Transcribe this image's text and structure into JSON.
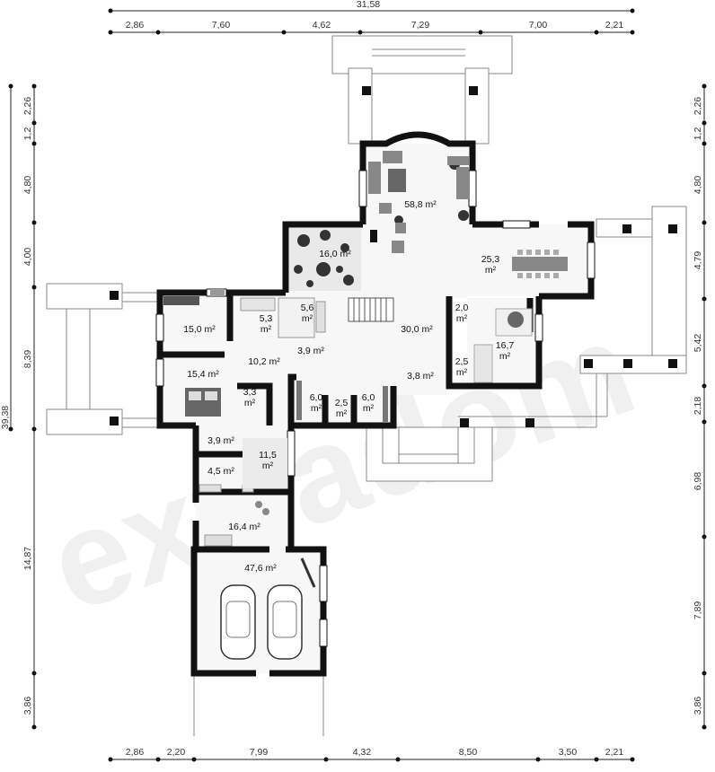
{
  "dimensions": {
    "top_total": "31,58",
    "top": [
      "2,86",
      "7,60",
      "4,62",
      "7,29",
      "7,00",
      "2,21"
    ],
    "bottom": [
      "2,86",
      "2,20",
      "7,99",
      "4,32",
      "8,50",
      "3,50",
      "2,21"
    ],
    "left_total": "39,38",
    "left": [
      "2,26",
      "1,2",
      "4,80",
      "4,00",
      "8,39",
      "14,87",
      "3,86"
    ],
    "right": [
      "2,26",
      "1,2",
      "4,80",
      "4,79",
      "5,42",
      "2,18",
      "6,98",
      "7,89",
      "3,86"
    ]
  },
  "rooms": [
    {
      "id": "living",
      "value": "58,8"
    },
    {
      "id": "winter-garden",
      "value": "16,0"
    },
    {
      "id": "dining",
      "value": "25,3"
    },
    {
      "id": "hall",
      "value": "30,0"
    },
    {
      "id": "pantry",
      "value": "2,0"
    },
    {
      "id": "kitchen",
      "value": "16,7"
    },
    {
      "id": "kitchen-store",
      "value": "2,5"
    },
    {
      "id": "vestibule",
      "value": "3,8"
    },
    {
      "id": "bedroom-1",
      "value": "15,0"
    },
    {
      "id": "bath-1",
      "value": "5,3"
    },
    {
      "id": "bath-2",
      "value": "5,6"
    },
    {
      "id": "corridor-1",
      "value": "3,9"
    },
    {
      "id": "corridor-2",
      "value": "10,2"
    },
    {
      "id": "bedroom-2",
      "value": "15,4"
    },
    {
      "id": "closet",
      "value": "3,3"
    },
    {
      "id": "storage-1",
      "value": "6,0"
    },
    {
      "id": "wc",
      "value": "2,5"
    },
    {
      "id": "storage-2",
      "value": "6,0"
    },
    {
      "id": "laundry",
      "value": "3,9"
    },
    {
      "id": "bath-3",
      "value": "4,5"
    },
    {
      "id": "utility",
      "value": "11,5"
    },
    {
      "id": "boiler",
      "value": "16,4"
    },
    {
      "id": "garage",
      "value": "47,6"
    }
  ],
  "unit": "m²",
  "watermark": "extradom"
}
